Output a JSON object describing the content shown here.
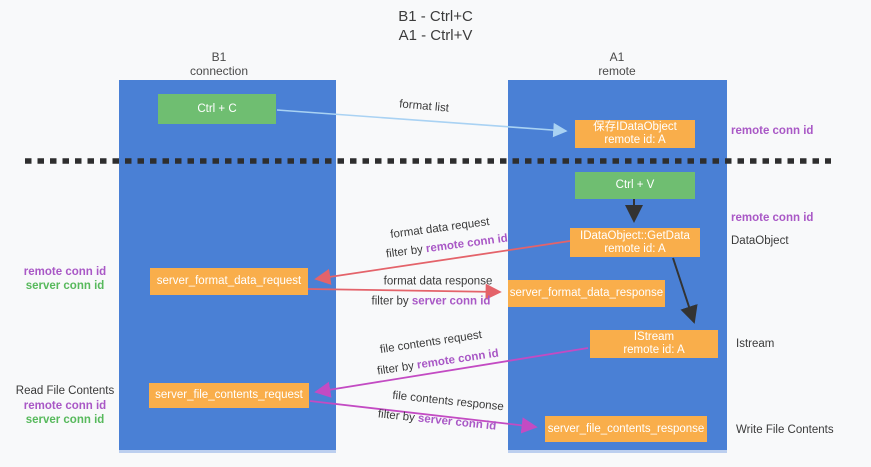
{
  "title": {
    "line1": "B1 - Ctrl+C",
    "line2": "A1 - Ctrl+V"
  },
  "lanes": {
    "left": {
      "name": "B1",
      "role": "connection"
    },
    "right": {
      "name": "A1",
      "role": "remote"
    }
  },
  "nodes": {
    "ctrl_c": {
      "label": "Ctrl + C"
    },
    "ctrl_v": {
      "label": "Ctrl + V"
    },
    "save_dataobject": {
      "line1": "保存IDataObject",
      "line2": "remote id: A"
    },
    "getdata": {
      "line1": "IDataObject::GetData",
      "line2": "remote id: A"
    },
    "istream": {
      "line1": "IStream",
      "line2": "remote id: A"
    },
    "server_format_data_request": {
      "label": "server_format_data_request"
    },
    "server_format_data_response": {
      "label": "server_format_data_response"
    },
    "server_file_contents_request": {
      "label": "server_file_contents_request"
    },
    "server_file_contents_response": {
      "label": "server_file_contents_response"
    }
  },
  "arrow_labels": {
    "format_list": "format list",
    "format_data_request": "format data request",
    "format_data_request_filter_prefix": "filter by ",
    "format_data_request_filter_key": "remote conn id",
    "format_data_response": "format data response",
    "format_data_response_filter_prefix": "filter by ",
    "format_data_response_filter_key": "server conn id",
    "file_contents_request": "file contents request",
    "file_contents_request_filter_prefix": "filter by ",
    "file_contents_request_filter_key": "remote conn id",
    "file_contents_response": "file contents response",
    "file_contents_response_filter_prefix": "filter by ",
    "file_contents_response_filter_key": "server conn id"
  },
  "side_labels": {
    "right_remote_conn_top": "remote conn id",
    "right_remote_conn_mid": "remote conn id",
    "right_dataobject": "DataObject",
    "right_istream": "Istream",
    "right_write_file": "Write File Contents",
    "left_remote_conn_top": "remote conn id",
    "left_server_conn_top": "server conn id",
    "left_read_file": "Read File Contents",
    "left_remote_conn_bottom": "remote conn id",
    "left_server_conn_bottom": "server conn id"
  },
  "colors": {
    "lane_blue": "#4a80d5",
    "node_orange": "#f9ae4b",
    "node_green": "#6fbe71",
    "arrow_red": "#e4636a",
    "arrow_magenta": "#c34bc3",
    "arrow_light_blue": "#a9d2f3",
    "arrow_black": "#333333",
    "label_purple": "#a958c6",
    "label_green": "#57b95c",
    "divider_dark": "#2e2e2e",
    "background": "#f8f9fa"
  }
}
